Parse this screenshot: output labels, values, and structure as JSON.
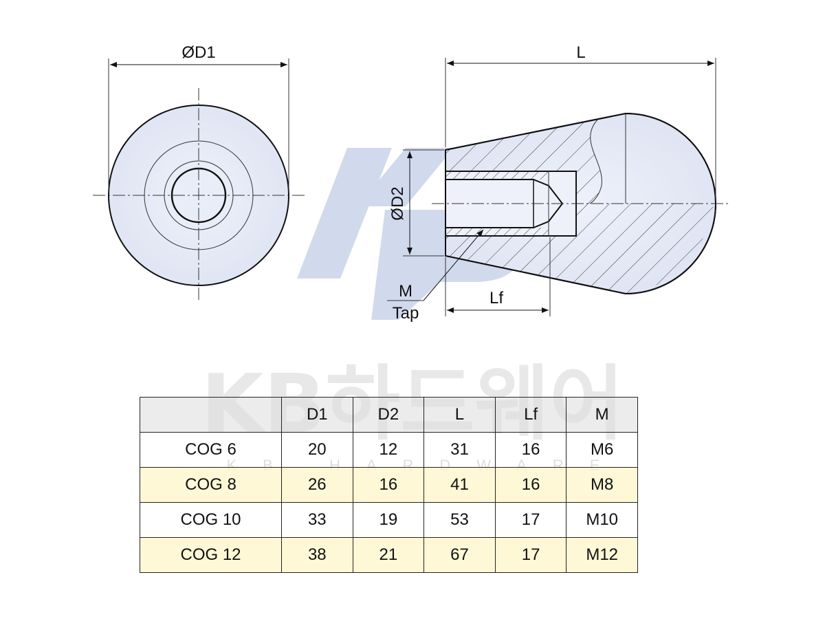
{
  "labels": {
    "d1": "ØD1",
    "l": "L",
    "d2": "ØD2",
    "m": "M",
    "tap": "Tap",
    "lf": "Lf"
  },
  "watermark": {
    "title": "KB하드웨어",
    "subtitle": "KB HARDWARE",
    "logo_color": "#c9d3ea"
  },
  "table": {
    "headers": [
      "",
      "D1",
      "D2",
      "L",
      "Lf",
      "M"
    ],
    "rows": [
      [
        "COG 6",
        "20",
        "12",
        "31",
        "16",
        "M6"
      ],
      [
        "COG 8",
        "26",
        "16",
        "41",
        "16",
        "M8"
      ],
      [
        "COG 10",
        "33",
        "19",
        "53",
        "17",
        "M10"
      ],
      [
        "COG 12",
        "38",
        "21",
        "67",
        "17",
        "M12"
      ]
    ],
    "header_color": "#dcdcdc",
    "highlight_color": "#fff6c8"
  }
}
